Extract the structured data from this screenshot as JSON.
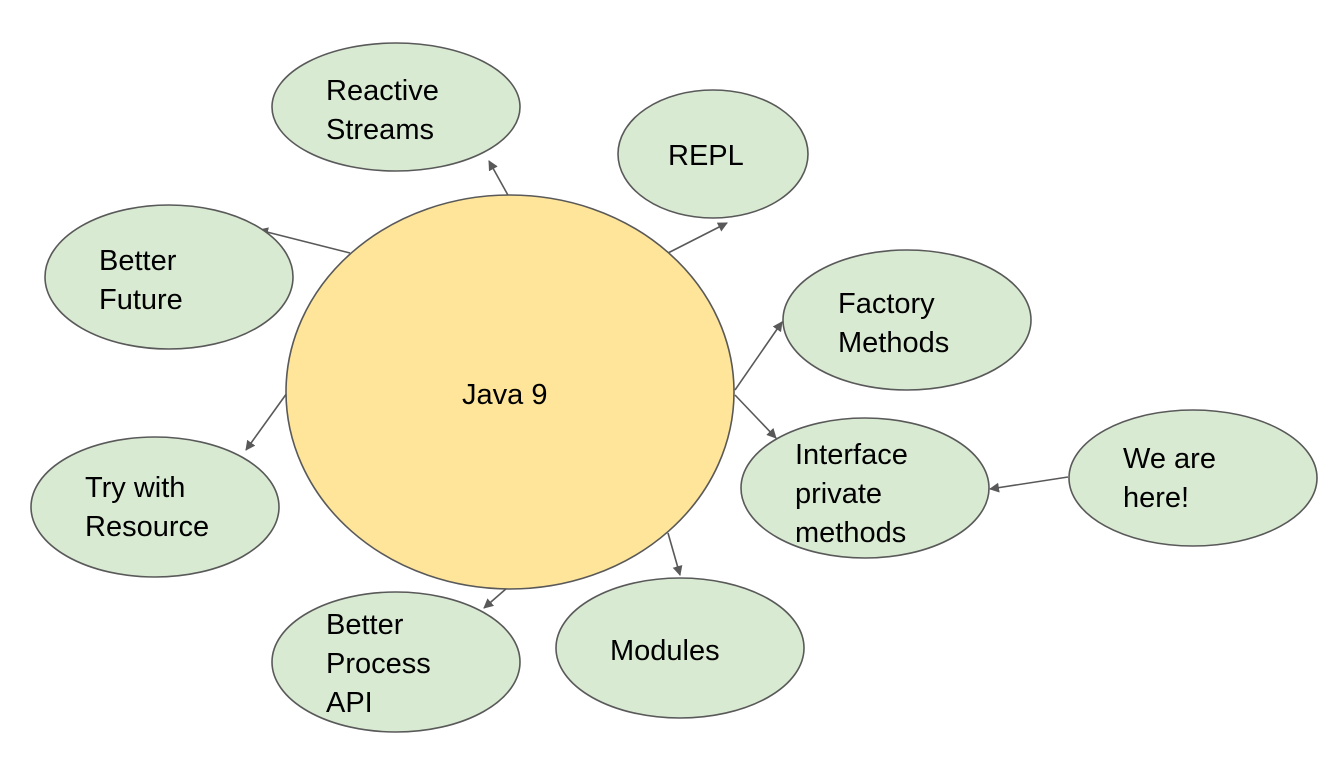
{
  "colors": {
    "background": "#ffffff",
    "center_fill": "#ffe599",
    "node_fill": "#d9ead3",
    "stroke": "#595959",
    "arrow": "#595959",
    "text": "#000000"
  },
  "center": {
    "id": "java9",
    "lines": [
      "Java 9"
    ]
  },
  "nodes": [
    {
      "id": "reactive-streams",
      "lines": [
        "Reactive",
        "Streams"
      ]
    },
    {
      "id": "repl",
      "lines": [
        "REPL"
      ]
    },
    {
      "id": "better-future",
      "lines": [
        "Better",
        "Future"
      ]
    },
    {
      "id": "factory-methods",
      "lines": [
        "Factory",
        "Methods"
      ]
    },
    {
      "id": "interface-private-methods",
      "lines": [
        "Interface",
        "private",
        "methods"
      ]
    },
    {
      "id": "we-are-here",
      "lines": [
        "We are",
        "here!"
      ]
    },
    {
      "id": "try-with-resource",
      "lines": [
        "Try with",
        "Resource"
      ]
    },
    {
      "id": "better-process-api",
      "lines": [
        "Better",
        "Process",
        "API"
      ]
    },
    {
      "id": "modules",
      "lines": [
        "Modules"
      ]
    }
  ],
  "edges": [
    {
      "from": "java9",
      "to": "reactive-streams"
    },
    {
      "from": "java9",
      "to": "repl"
    },
    {
      "from": "java9",
      "to": "better-future"
    },
    {
      "from": "java9",
      "to": "factory-methods"
    },
    {
      "from": "java9",
      "to": "interface-private-methods"
    },
    {
      "from": "java9",
      "to": "try-with-resource"
    },
    {
      "from": "java9",
      "to": "better-process-api"
    },
    {
      "from": "java9",
      "to": "modules"
    },
    {
      "from": "we-are-here",
      "to": "interface-private-methods"
    }
  ]
}
